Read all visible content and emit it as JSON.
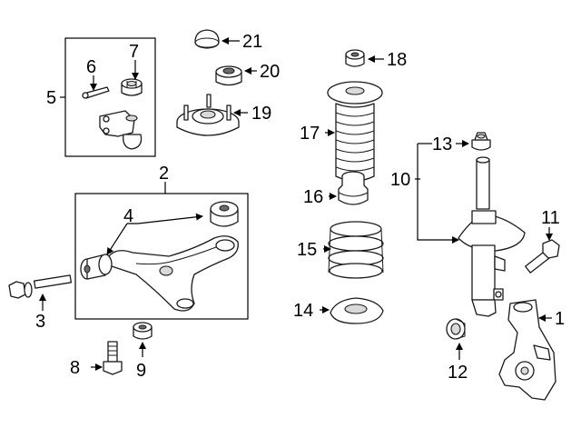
{
  "callouts": {
    "c1": "1",
    "c2": "2",
    "c3": "3",
    "c4": "4",
    "c5": "5",
    "c6": "6",
    "c7": "7",
    "c8": "8",
    "c9": "9",
    "c10": "10",
    "c11": "11",
    "c12": "12",
    "c13": "13",
    "c14": "14",
    "c15": "15",
    "c16": "16",
    "c17": "17",
    "c18": "18",
    "c19": "19",
    "c20": "20",
    "c21": "21"
  },
  "colors": {
    "line": "#000000",
    "shade": "#d9d9d9",
    "background": "#ffffff"
  }
}
